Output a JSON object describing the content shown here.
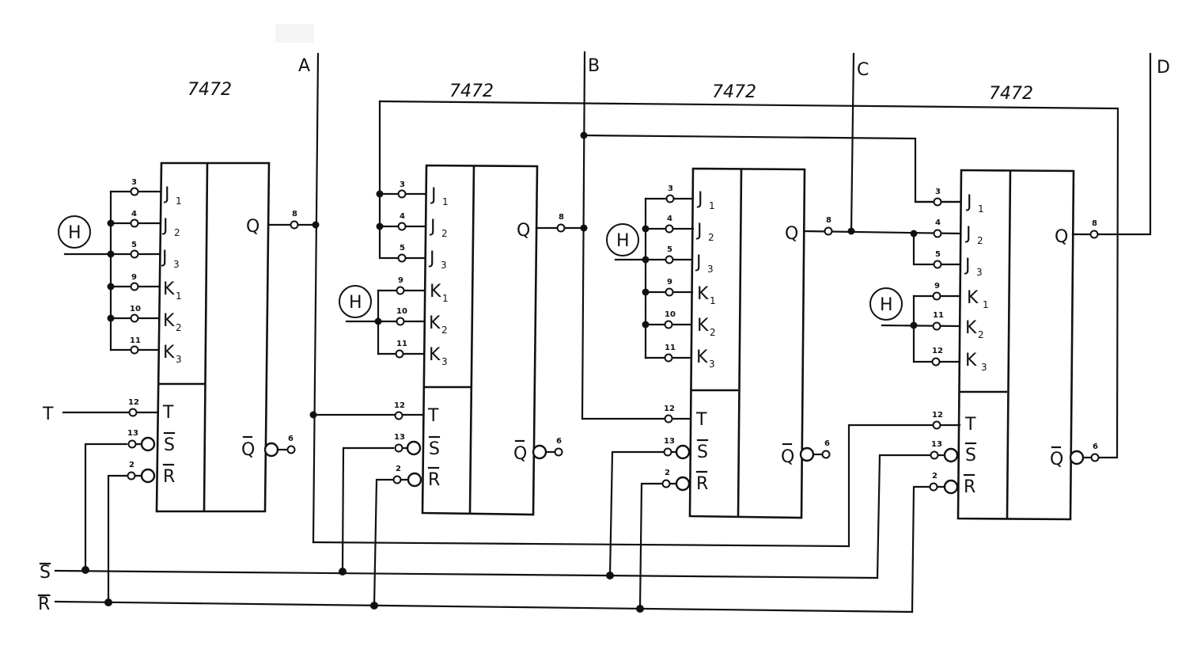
{
  "title": "4-bit counter with four 7472 J-K flip-flops",
  "chip_type": "7472",
  "outputs": [
    "A",
    "B",
    "C",
    "D"
  ],
  "inputs": {
    "clock": "T",
    "set_bus": "S̄",
    "reset_bus": "R̄",
    "high_level": "H"
  },
  "pin_labels": {
    "J1": "J",
    "J2": "J",
    "J3": "J",
    "K1": "K",
    "K2": "K",
    "K3": "K",
    "T": "T",
    "S": "S",
    "R": "R",
    "Q": "Q",
    "Qbar": "Q"
  },
  "subscripts": [
    "1",
    "2",
    "3"
  ],
  "flipflops": [
    {
      "chip": "7472",
      "output": "A",
      "pins": {
        "J1": "3",
        "J2": "4",
        "J3": "5",
        "K1": "9",
        "K2": "10",
        "K3": "11",
        "T": "12",
        "S": "13",
        "R": "2",
        "Q": "8",
        "Qbar": "6"
      }
    },
    {
      "chip": "7472",
      "output": "B",
      "pins": {
        "J1": "3",
        "J2": "4",
        "J3": "5",
        "K1": "9",
        "K2": "10",
        "K3": "11",
        "T": "12",
        "S": "13",
        "R": "2",
        "Q": "8",
        "Qbar": "6"
      }
    },
    {
      "chip": "7472",
      "output": "C",
      "pins": {
        "J1": "3",
        "J2": "4",
        "J3": "5",
        "K1": "9",
        "K2": "10",
        "K3": "11",
        "T": "12",
        "S": "13",
        "R": "2",
        "Q": "8",
        "Qbar": "6"
      }
    },
    {
      "chip": "7472",
      "output": "D",
      "pins": {
        "J1": "3",
        "J2": "4",
        "J3": "5",
        "K1": "9",
        "K2": "11",
        "K3": "12",
        "T": "12",
        "S": "13",
        "R": "2",
        "Q": "8",
        "Qbar": "6"
      }
    }
  ]
}
